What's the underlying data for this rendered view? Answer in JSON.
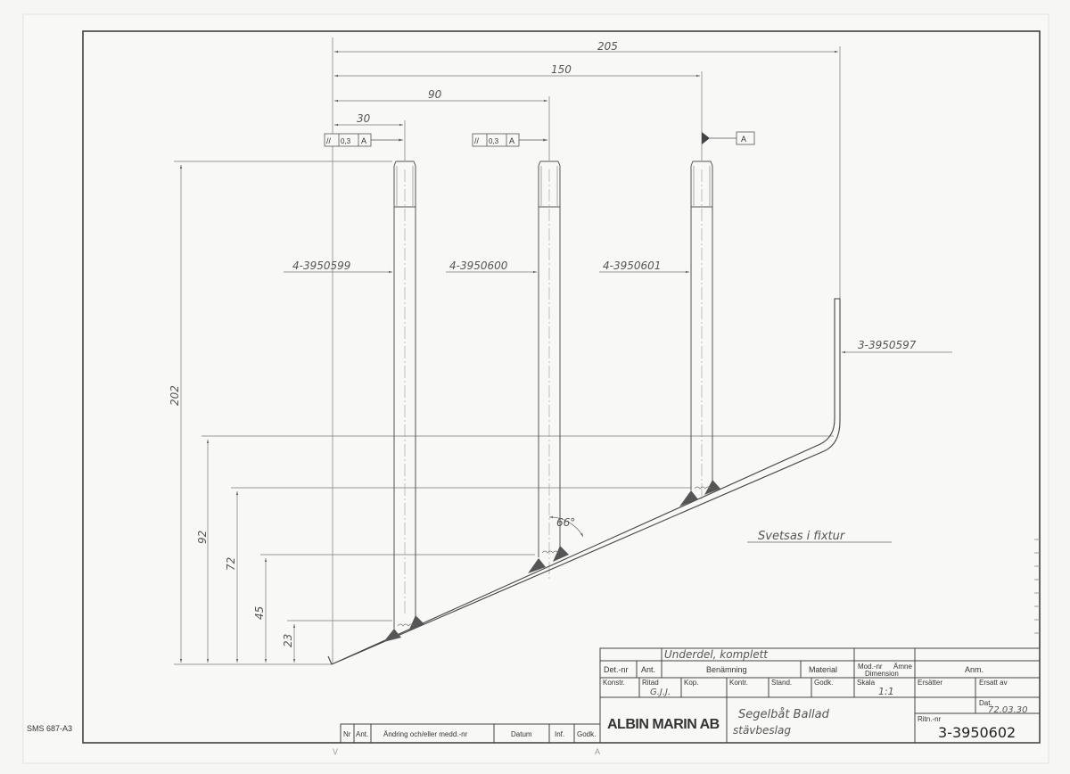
{
  "sheet_code": "SMS 687-A3",
  "dimensions": {
    "d205": "205",
    "d150": "150",
    "d90": "90",
    "d30": "30",
    "d202": "202",
    "d92": "92",
    "d72": "72",
    "d45": "45",
    "d23": "23",
    "angle": "66°"
  },
  "tolerance_frames": [
    {
      "symbol": "//",
      "value": "0,3",
      "datum": "A"
    },
    {
      "symbol": "//",
      "value": "0,3",
      "datum": "A"
    }
  ],
  "datum_label": "A",
  "part_labels": {
    "p1": "4-3950599",
    "p2": "4-3950600",
    "p3": "4-3950601",
    "p4": "3-3950597"
  },
  "note": "Svetsas i fixtur",
  "title_block": {
    "handwritten_name": "Underdel, komplett",
    "headers": {
      "detnr": "Det.-nr",
      "ant": "Ant.",
      "benamning": "Benämning",
      "material": "Material",
      "modnr": "Mod.-nr",
      "amne": "Ämne",
      "dimension": "Dimension",
      "anm": "Anm."
    },
    "row2": {
      "konstr": "Konstr.",
      "ritad": "Ritad",
      "ritad_value": "G.J.J.",
      "kop": "Kop.",
      "kontr": "Kontr.",
      "stand": "Stand.",
      "godk": "Godk.",
      "skala": "Skala",
      "skala_value": "1:1",
      "ersatter": "Ersätter",
      "ersatt_av": "Ersatt av"
    },
    "company": "ALBIN MARIN AB",
    "title_line1": "Segelbåt Ballad",
    "title_line2": "stävbeslag",
    "dat_label": "Dat.",
    "dat_value": "72.03.30",
    "ritnr_label": "Ritn.-nr",
    "ritnr_value": "3-3950602",
    "revision_headers": {
      "nr": "Nr",
      "ant": "Ant.",
      "andring": "Ändring och/eller medd.-nr",
      "datum": "Datum",
      "inf": "Inf.",
      "godk": "Godk."
    }
  },
  "center_marks": {
    "left": "V",
    "right": "A"
  }
}
